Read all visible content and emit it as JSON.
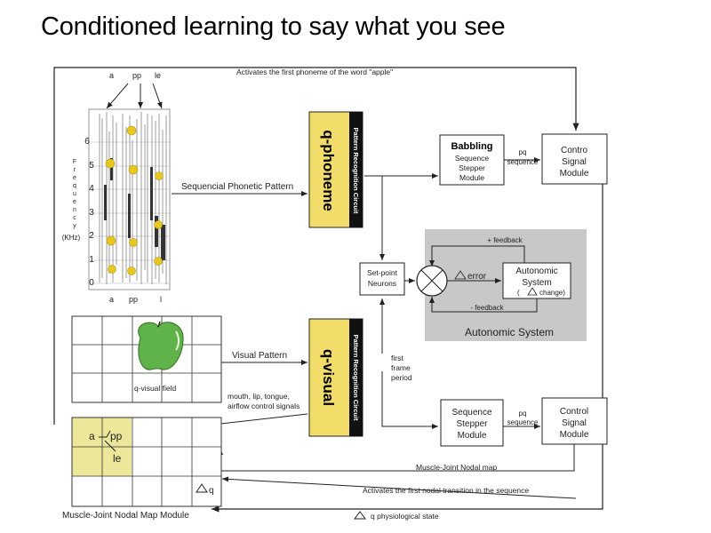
{
  "page_title": "Conditioned learning to say what you see",
  "spectrogram": {
    "top_labels": [
      "a",
      "pp",
      "le"
    ],
    "bottom_labels": [
      "a",
      "pp",
      "l"
    ],
    "y_ticks": [
      "6",
      "5",
      "4",
      "3",
      "2",
      "1",
      "0"
    ],
    "y_axis_letters": [
      "F",
      "r",
      "e",
      "q",
      "u",
      "e",
      "n",
      "c",
      "y"
    ],
    "y_axis_unit": "(KHz)"
  },
  "annotations": {
    "activates_first_phoneme": "Activates the first phoneme of the word \"apple\"",
    "sequencial_phonetic_pattern": "Sequencial Phonetic Pattern",
    "visual_pattern": "Visual Pattern",
    "q_visual_field": "q-visual field",
    "control_signals_line1": "mouth, lip, tongue,",
    "control_signals_line2": "airflow control signals",
    "first_frame_line1": "first",
    "first_frame_line2": "frame",
    "first_frame_line3": "period",
    "muscle_joint_nodal_map": "Muscle-Joint Nodal map",
    "activates_first_nodal": "Activates the first nodal transition in the sequence",
    "physiological_state": "q physiological state",
    "muscle_joint_module": "Muscle-Joint Nodal Map Module"
  },
  "q_phoneme": {
    "title": "q-phoneme",
    "subtitle": "Pattern Recognition Circuit"
  },
  "q_visual": {
    "title": "q-visual",
    "subtitle": "Pattern Recognition Circuit"
  },
  "babbling_box": {
    "title": "Babbling",
    "line1": "Sequence",
    "line2": "Stepper",
    "line3": "Module"
  },
  "pq_top": {
    "line1": "pq",
    "line2": "sequence"
  },
  "control_top": {
    "line1": "Contro",
    "line2": "Signal",
    "line3": "Module"
  },
  "setpoint": {
    "line1": "Set-point",
    "line2": "Neurons"
  },
  "autonomic": {
    "plus_feedback": "+ feedback",
    "error_label": "error",
    "minus_feedback": "- feedback",
    "box_line1": "Autonomic",
    "box_line2": "System",
    "box_line3_left": "(",
    "box_line3_right": "change)",
    "panel_label": "Autonomic System"
  },
  "sequence_bottom": {
    "line1": "Sequence",
    "line2": "Stepper",
    "line3": "Module"
  },
  "pq_bottom": {
    "line1": "pq",
    "line2": "sequence"
  },
  "control_bottom": {
    "line1": "Control",
    "line2": "Signal",
    "line3": "Module"
  },
  "nodal_grid_labels": {
    "a": "a",
    "pp": "pp",
    "le": "le",
    "q": "q"
  },
  "colors": {
    "accent_yellow": "#ede79a",
    "marker_yellow": "#e8c820",
    "apple_green": "#5fb34a",
    "autonomic_gray": "#c8c8c8",
    "circuit_yellow": "#f2dd6a"
  }
}
